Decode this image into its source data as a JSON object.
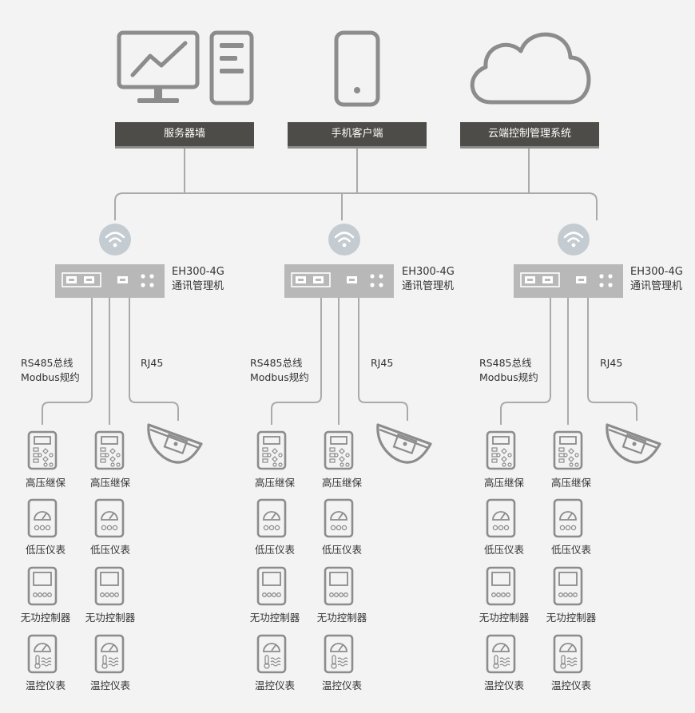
{
  "top_nodes": [
    {
      "label": "服务器墙",
      "icons": [
        "monitor-chart-icon",
        "server-tower-icon"
      ]
    },
    {
      "label": "手机客户端",
      "icons": [
        "mobile-phone-icon"
      ]
    },
    {
      "label": "云端控制管理系统",
      "icons": [
        "cloud-icon"
      ]
    }
  ],
  "gateways": [
    {
      "model": "EH300-4G",
      "name": "通讯管理机",
      "bus_line1": "RS485总线",
      "bus_line2": "Modbus规约",
      "rj45": "RJ45"
    },
    {
      "model": "EH300-4G",
      "name": "通讯管理机",
      "bus_line1": "RS485总线",
      "bus_line2": "Modbus规约",
      "rj45": "RJ45"
    },
    {
      "model": "EH300-4G",
      "name": "通讯管理机",
      "bus_line1": "RS485总线",
      "bus_line2": "Modbus规约",
      "rj45": "RJ45"
    }
  ],
  "device_types": [
    {
      "label": "高压继保",
      "icon": "relay-protection-icon"
    },
    {
      "label": "低压仪表",
      "icon": "meter-gauge-icon"
    },
    {
      "label": "无功控制器",
      "icon": "reactive-controller-icon"
    },
    {
      "label": "温控仪表",
      "icon": "thermo-meter-icon"
    }
  ],
  "wifi_icon": "wifi-icon",
  "camera_icon": "dome-camera-icon",
  "colors": {
    "background": "#f3f3f3",
    "label_box": "#4d4c48",
    "line": "#aaaaaa",
    "icon_stroke": "#8c8c8c",
    "gateway": "#b8b8b8"
  }
}
